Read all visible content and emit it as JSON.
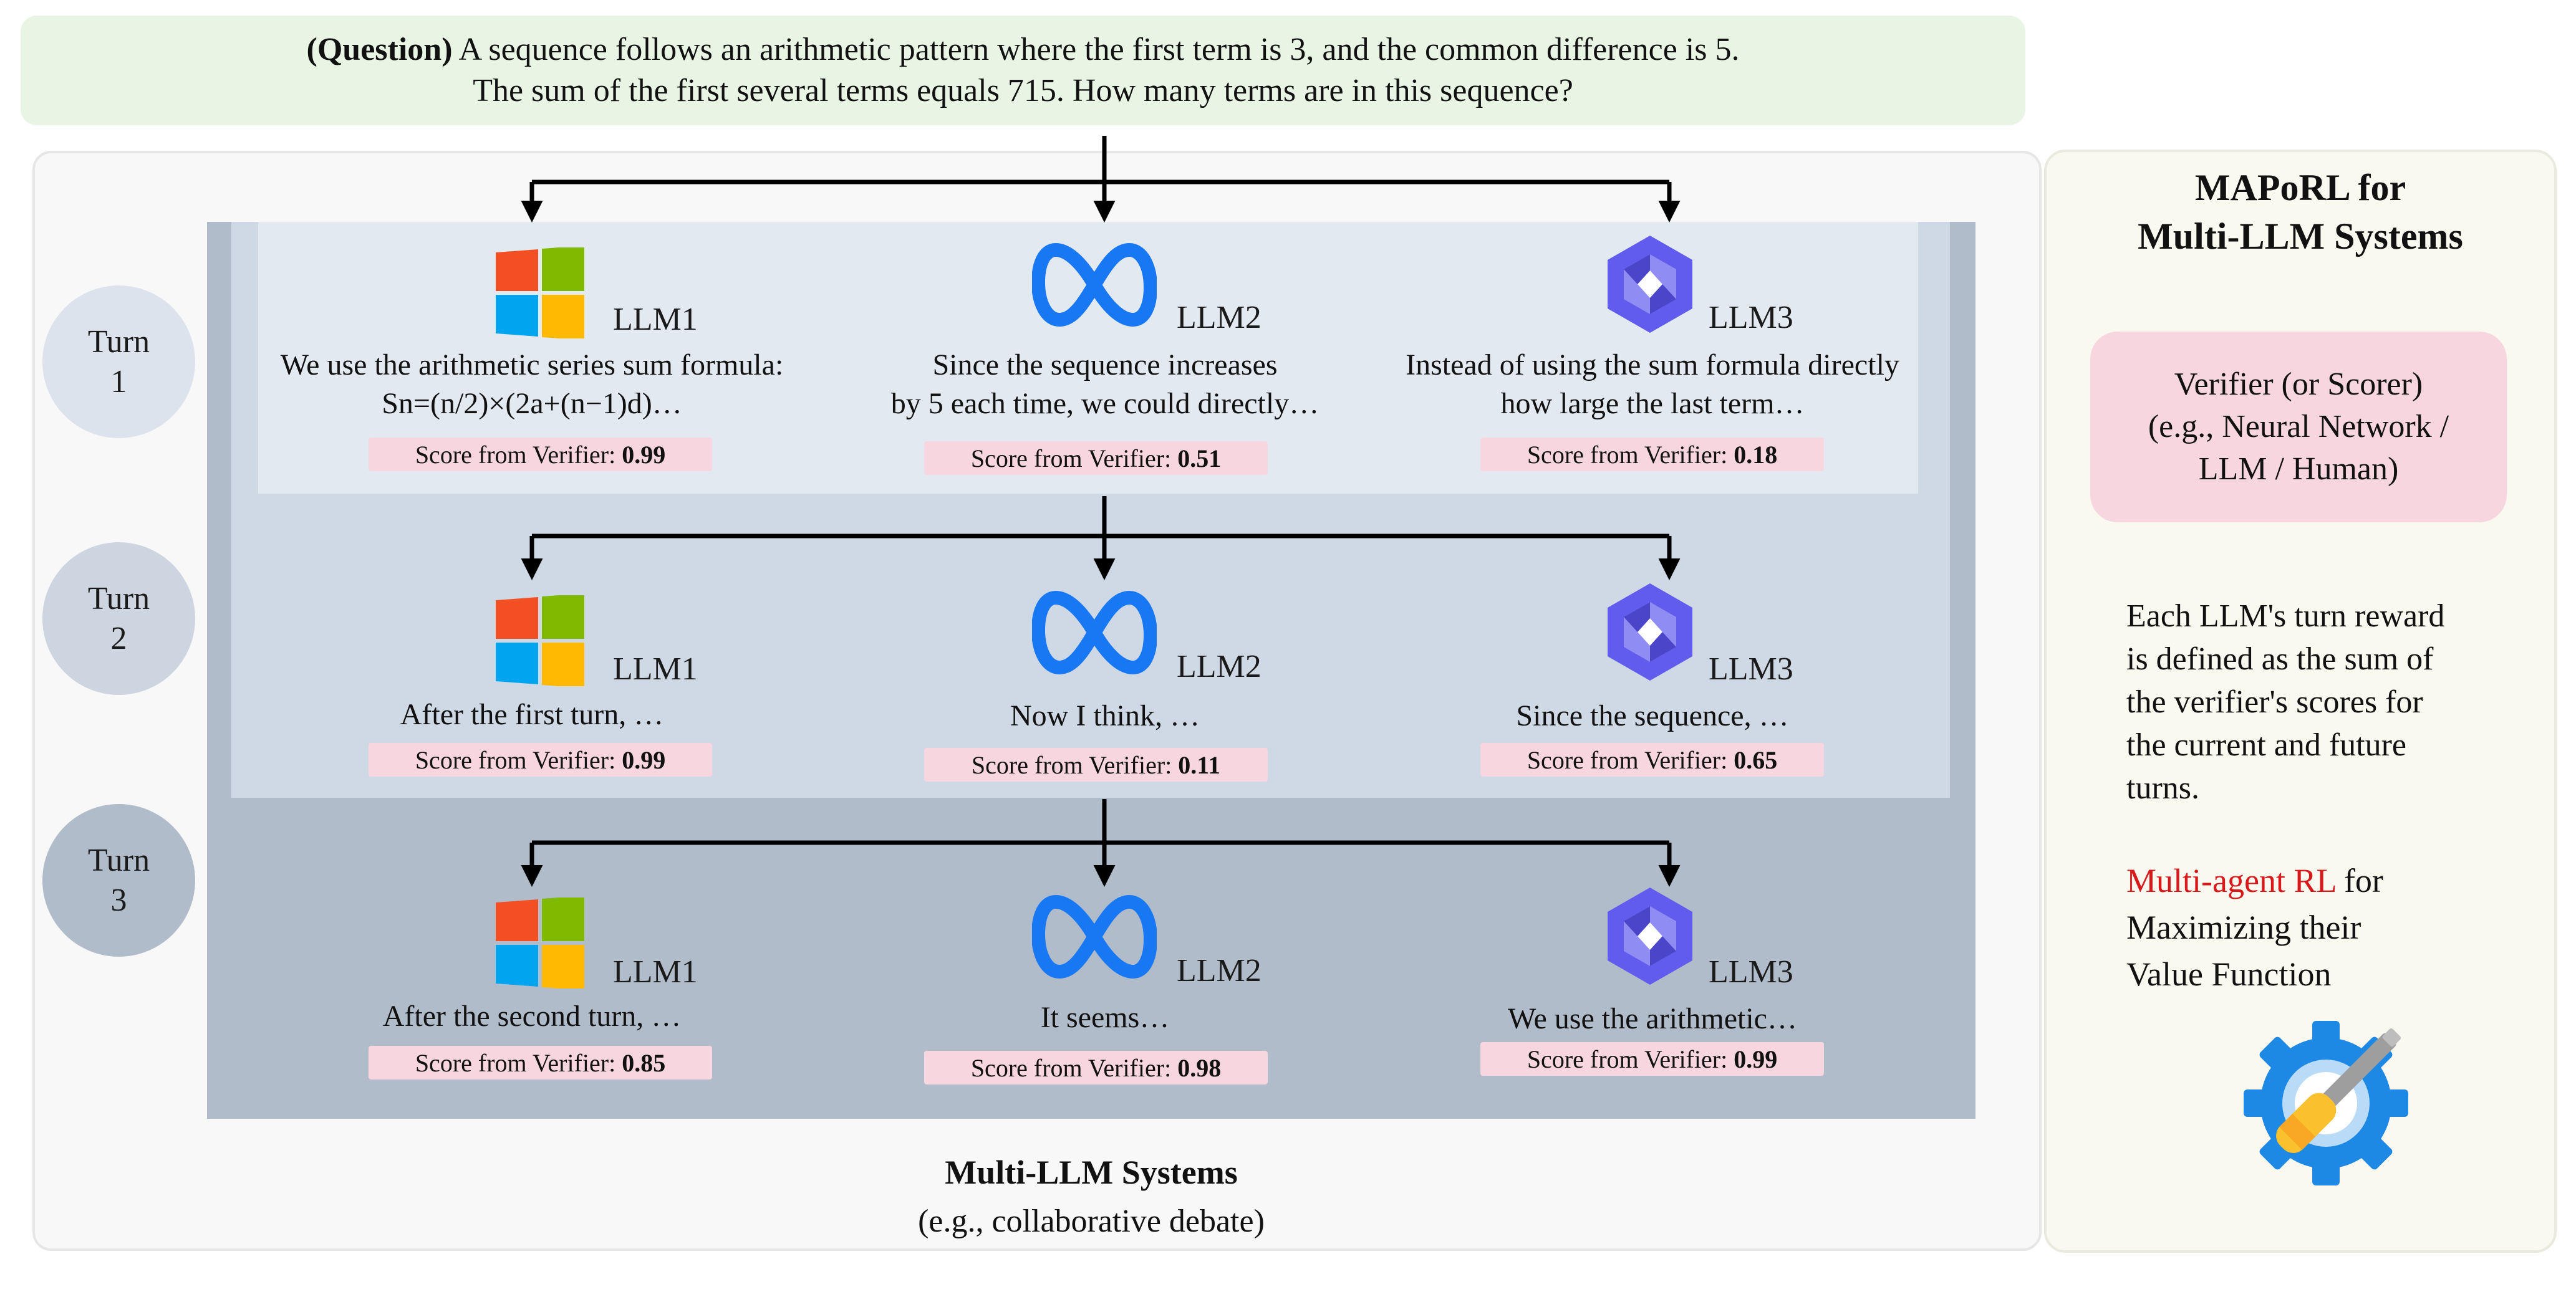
{
  "question": {
    "prefix": "(Question)",
    "line1": " A sequence follows an arithmetic pattern where the first term is 3, and the common difference is 5.",
    "line2": "The sum of the first several terms equals 715. How many terms are in this sequence?"
  },
  "turns": [
    {
      "word": "Turn",
      "num": "1"
    },
    {
      "word": "Turn",
      "num": "2"
    },
    {
      "word": "Turn",
      "num": "3"
    }
  ],
  "score_label": "Score from Verifier:",
  "rows": [
    {
      "cells": [
        {
          "llm": "LLM1",
          "lines": [
            "We use the arithmetic series sum formula:",
            "Sn=(n/2)×(2a+(n−1)d)…"
          ],
          "score": "0.99"
        },
        {
          "llm": "LLM2",
          "lines": [
            "Since the sequence increases",
            "by 5 each time, we could directly…"
          ],
          "score": "0.51"
        },
        {
          "llm": "LLM3",
          "lines": [
            "Instead of using the sum formula directly",
            "how large the last term…"
          ],
          "score": "0.18"
        }
      ]
    },
    {
      "cells": [
        {
          "llm": "LLM1",
          "lines": [
            "After the first turn, …"
          ],
          "score": "0.99"
        },
        {
          "llm": "LLM2",
          "lines": [
            "Now I think, …"
          ],
          "score": "0.11"
        },
        {
          "llm": "LLM3",
          "lines": [
            "Since the sequence, …"
          ],
          "score": "0.65"
        }
      ]
    },
    {
      "cells": [
        {
          "llm": "LLM1",
          "lines": [
            "After the second turn, …"
          ],
          "score": "0.85"
        },
        {
          "llm": "LLM2",
          "lines": [
            "It seems…"
          ],
          "score": "0.98"
        },
        {
          "llm": "LLM3",
          "lines": [
            "We use the arithmetic…"
          ],
          "score": "0.99"
        }
      ]
    }
  ],
  "caption": {
    "title": "Multi-LLM Systems",
    "subtitle": "(e.g., collaborative debate)"
  },
  "right_panel": {
    "title_line1": "MAPoRL for",
    "title_line2": "Multi-LLM Systems",
    "verifier_line1": "Verifier (or Scorer)",
    "verifier_line2": "(e.g., Neural Network /",
    "verifier_line3": "LLM / Human)",
    "reward_lines": [
      "Each LLM's turn reward",
      "is defined as the sum of",
      "the verifier's scores for",
      "the current and future",
      "turns."
    ],
    "rl_red": "Multi-agent RL",
    "rl_rest1": " for",
    "rl_line2": "Maximizing their",
    "rl_line3": "Value Function"
  },
  "colors": {
    "question_bg": "#e9f5e4",
    "score_bg": "#f8d6e0",
    "band1": "#e3e9f1",
    "band2": "#cfd8e5",
    "band3": "#b1bccb",
    "highlight_red": "#d7191c",
    "meta_blue": "#1877f2",
    "qwen_purple": "#615ced"
  },
  "icons": [
    "windows-logo-icon",
    "meta-logo-icon",
    "qwen-logo-icon",
    "gear-wrench-icon"
  ]
}
